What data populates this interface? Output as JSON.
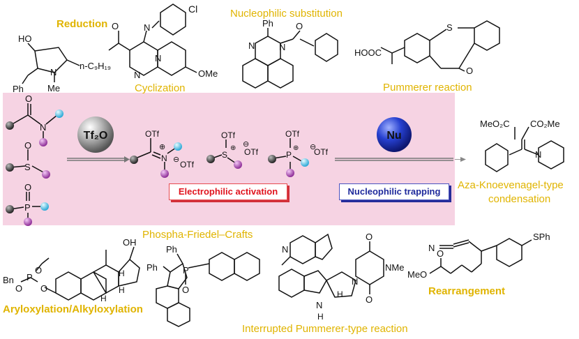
{
  "center": {
    "reagent_left": "Tf₂O",
    "reagent_right": "Nu",
    "activation_label": "Electrophilic activation",
    "trapping_label": "Nucleophilic trapping"
  },
  "reactions": {
    "reduction": "Reduction",
    "cyclization": "Cyclization",
    "nucleophilic_substitution": "Nucleophilic substitution",
    "pummerer": "Pummerer reaction",
    "aza_knoevenagel_line1": "Aza-Knoevenagel-type",
    "aza_knoevenagel_line2": "condensation",
    "phospha_friedel_crafts": "Phospha-Friedel–Crafts",
    "aryloxylation": "Aryloxylation/Alkyloxylation",
    "interrupted_pummerer": "Interrupted Pummerer-type reaction",
    "rearrangement": "Rearrangement"
  },
  "atom_labels": {
    "O": "O",
    "N": "N",
    "S": "S",
    "P": "P",
    "OTf": "OTf",
    "OH": "OH",
    "HO": "HO",
    "Me": "Me",
    "Ph": "Ph",
    "Cl": "Cl",
    "OMe": "OMe",
    "HOOC": "HOOC",
    "nonyl": "n-C₉H₁₉",
    "MeO2C": "MeO₂C",
    "CO2Me": "CO₂Me",
    "Bn": "Bn",
    "H": "H",
    "NMe": "NMe",
    "NH": "N",
    "MeO": "MeO",
    "SPh": "SPh",
    "plus": "⊕",
    "minus": "⊖"
  },
  "colors": {
    "panel": "#f6d3e3",
    "gold": "#e0b400",
    "red": "#e0141e",
    "blue": "#1f2a9c",
    "cyan_atom": "#5ec8e6",
    "purple_atom": "#b04fb8",
    "dark_atom": "#333333"
  }
}
